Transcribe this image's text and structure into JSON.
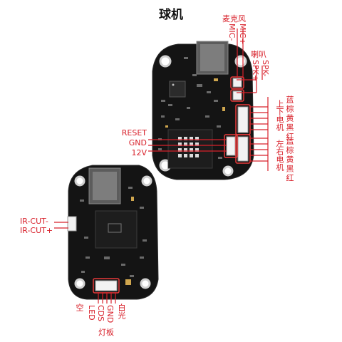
{
  "title": "球机",
  "top_board": {
    "mic_label": "麦克风",
    "mic_plus": "MIC+",
    "mic_minus": "MIC-",
    "spk_label": "喇叭",
    "spk_minus": "SPK-",
    "spk_plus": "SPK+",
    "reset": "RESET",
    "gnd": "GND",
    "v12": "12V",
    "updown_motor": "上下电机",
    "updown_colors": [
      "蓝",
      "棕",
      "黄",
      "黑",
      "红"
    ],
    "leftright_motor": "左右电机",
    "leftright_colors": [
      "蓝",
      "棕",
      "黄",
      "黑",
      "红"
    ]
  },
  "bottom_board": {
    "ir_cut_minus": "IR-CUT-",
    "ir_cut_plus": "IR-CUT+",
    "pins": [
      "空",
      "LED",
      "CDS",
      "GND",
      "白光"
    ],
    "light_board": "灯板"
  },
  "colors": {
    "pcb": "#141414",
    "label_red": "#d8202a",
    "silk": "#e8e8e8",
    "gold": "#c8a24a"
  }
}
